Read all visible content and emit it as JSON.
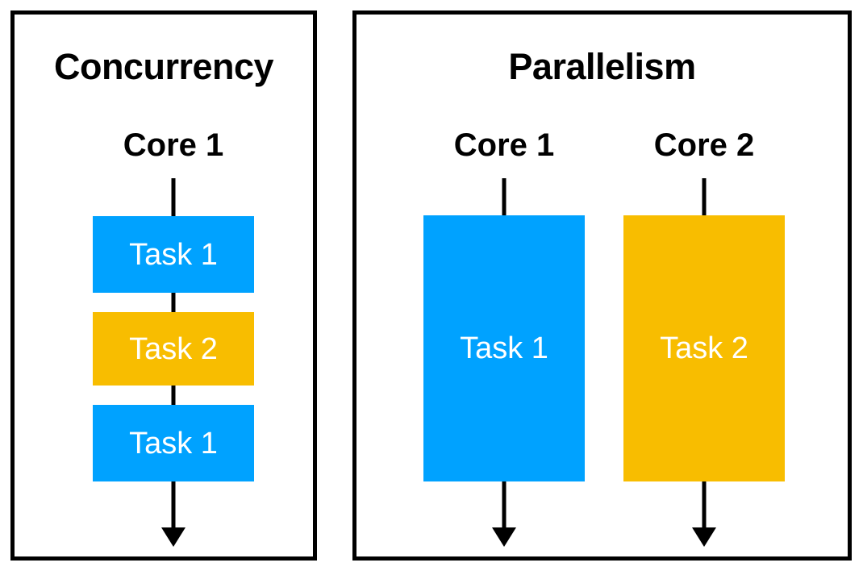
{
  "diagram": {
    "title_concurrency": "Concurrency",
    "title_parallelism": "Parallelism",
    "colors": {
      "blue": "#00A2FF",
      "orange": "#F8BD00",
      "border": "#000000",
      "background": "#FFFFFF",
      "task_text": "#FFFFFF",
      "label_text": "#000000"
    },
    "concurrency": {
      "title": "Concurrency",
      "cores": [
        {
          "label": "Core 1",
          "tasks": [
            {
              "label": "Task 1",
              "color": "blue"
            },
            {
              "label": "Task 2",
              "color": "orange"
            },
            {
              "label": "Task 1",
              "color": "blue"
            }
          ]
        }
      ]
    },
    "parallelism": {
      "title": "Parallelism",
      "cores": [
        {
          "label": "Core 1",
          "tasks": [
            {
              "label": "Task 1",
              "color": "blue"
            }
          ]
        },
        {
          "label": "Core 2",
          "tasks": [
            {
              "label": "Task 2",
              "color": "orange"
            }
          ]
        }
      ]
    }
  }
}
